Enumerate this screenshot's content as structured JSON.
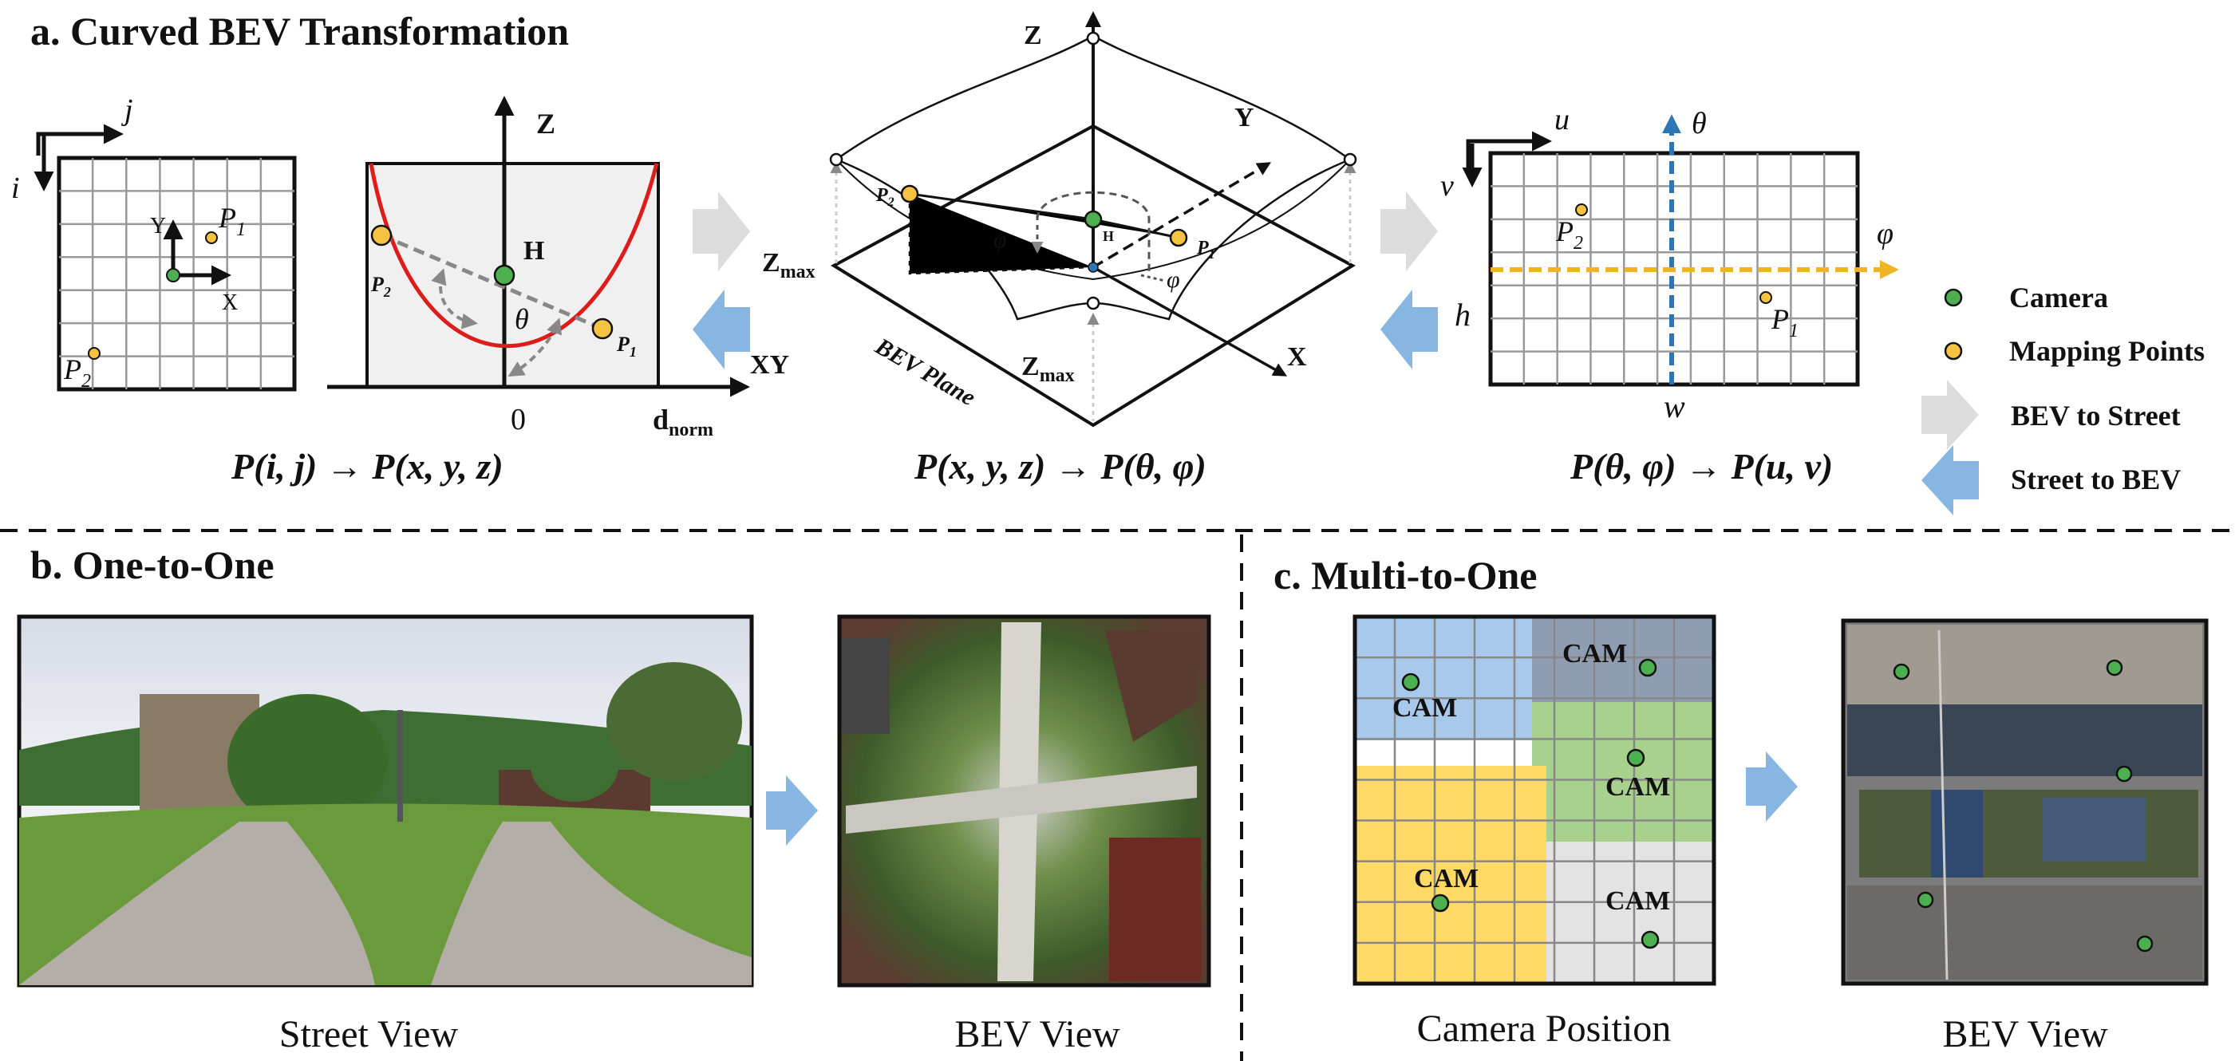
{
  "panel_a": {
    "title": "a. Curved BEV Transformation",
    "grid": {
      "i": "i",
      "j": "j",
      "y_axis": "Y",
      "x_axis": "X",
      "p1": "P",
      "p1_sub": "1",
      "p2": "P",
      "p2_sub": "2"
    },
    "curve": {
      "z": "Z",
      "h": "H",
      "theta": "θ",
      "zero": "0",
      "dnorm": "d",
      "dnorm_sub": "norm",
      "p1": "P",
      "p1_sub": "1",
      "p2": "P",
      "p2_sub": "2"
    },
    "eq1": "P(i, j) → P(x, y, z)",
    "center": {
      "z": "Z",
      "y": "Y",
      "x": "X",
      "xy": "XY",
      "zmax1": "Z",
      "zmax1_sub": "max",
      "zmax2": "Z",
      "zmax2_sub": "max",
      "plane": "BEV Plane",
      "h": "H",
      "phi1": "φ",
      "phi2": "φ",
      "p1": "P",
      "p1_sub": "1",
      "p2": "P",
      "p2_sub": "2"
    },
    "eq2": "P(x, y, z) → P(θ, φ)",
    "pano": {
      "u": "u",
      "v": "v",
      "theta": "θ",
      "phi": "φ",
      "h": "h",
      "w": "w",
      "p1": "P",
      "p1_sub": "1",
      "p2": "P",
      "p2_sub": "2"
    },
    "eq3": "P(θ, φ) → P(u, v)"
  },
  "legend": {
    "camera": "Camera",
    "mapping": "Mapping Points",
    "bev_to_street": "BEV to Street",
    "street_to_bev": "Street to BEV"
  },
  "panel_b": {
    "title": "b. One-to-One",
    "street_caption": "Street View",
    "bev_caption": "BEV View"
  },
  "panel_c": {
    "title": "c. Multi-to-One",
    "cam_caption": "Camera Position",
    "bev_caption": "BEV View",
    "cam_label": "CAM"
  },
  "colors": {
    "camera": "#4caf50",
    "mapping": "#f5c242",
    "street_arrow": "#87b6e3",
    "bev_arrow": "#dcdcdc",
    "curve": "#dd1c1c",
    "theta_axis": "#2e75b6",
    "phi_axis": "#f0b323",
    "zone_blue": "#a9c9ea",
    "zone_slate": "#8e9db2",
    "zone_green": "#a9d18e",
    "zone_yellow": "#ffd966",
    "zone_gray": "#e3e3e3"
  }
}
